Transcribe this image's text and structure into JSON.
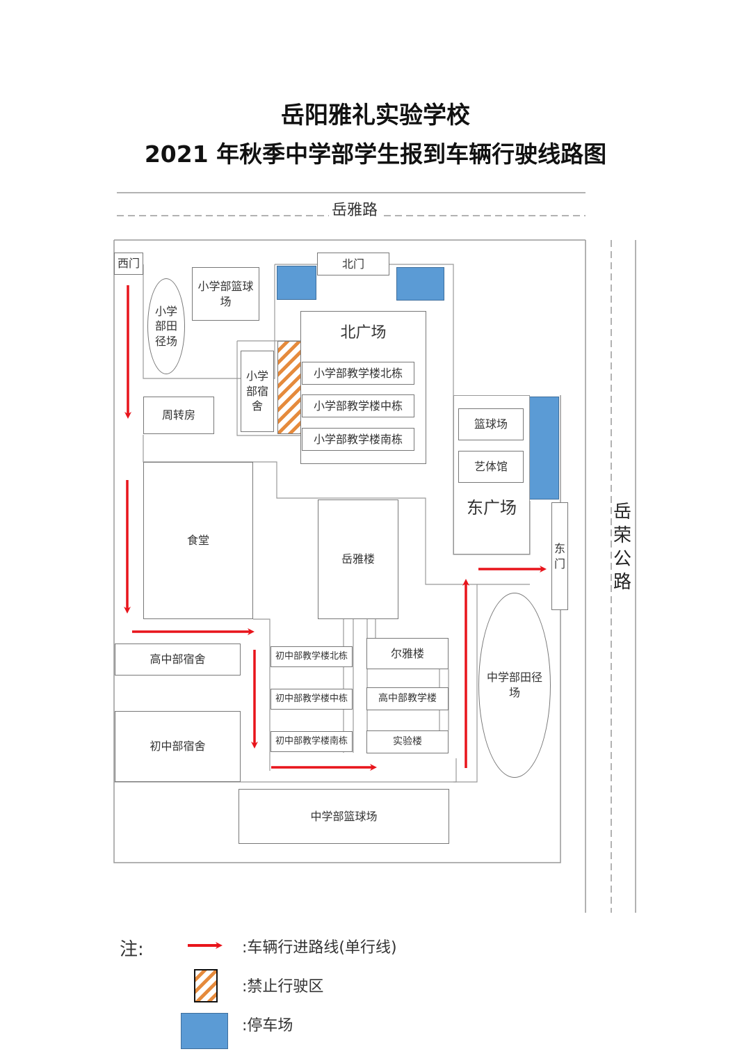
{
  "title": {
    "line1": "岳阳雅礼实验学校",
    "line2": "2021 年秋季中学部学生报到车辆行驶线路图"
  },
  "roads": {
    "north": "岳雅路",
    "east": [
      "岳",
      "荣",
      "公",
      "路"
    ]
  },
  "gates": {
    "west": "西门",
    "north": "北门",
    "east": [
      "东",
      "门"
    ]
  },
  "buildings": {
    "primary_basketball": "小学部篮球场",
    "primary_track": "小学部田径场",
    "turnover_housing": "周转房",
    "north_square": "北广场",
    "primary_dorm": "小学部宿舍",
    "primary_north": "小学部教学楼北栋",
    "primary_middle": "小学部教学楼中栋",
    "primary_south": "小学部教学楼南栋",
    "basketball_court": "篮球场",
    "arts_hall": "艺体馆",
    "east_square": "东广场",
    "canteen": "食堂",
    "yueya_building": "岳雅楼",
    "senior_dorm": "高中部宿舍",
    "junior_dorm": "初中部宿舍",
    "junior_north": "初中部教学楼北栋",
    "junior_middle": "初中部教学楼中栋",
    "junior_south": "初中部教学楼南栋",
    "erya_building": "尔雅楼",
    "senior_teaching": "高中部教学楼",
    "lab_building": "实验楼",
    "middle_track": "中学部田径场",
    "middle_basketball": "中学部篮球场"
  },
  "legend": {
    "note": "注:",
    "route": ":车辆行进路线(单行线)",
    "no_drive": ":禁止行驶区",
    "parking": ":停车场"
  },
  "colors": {
    "route": "#e8141b",
    "parking": "#5b9bd5",
    "hatch": "#e58a3c"
  }
}
